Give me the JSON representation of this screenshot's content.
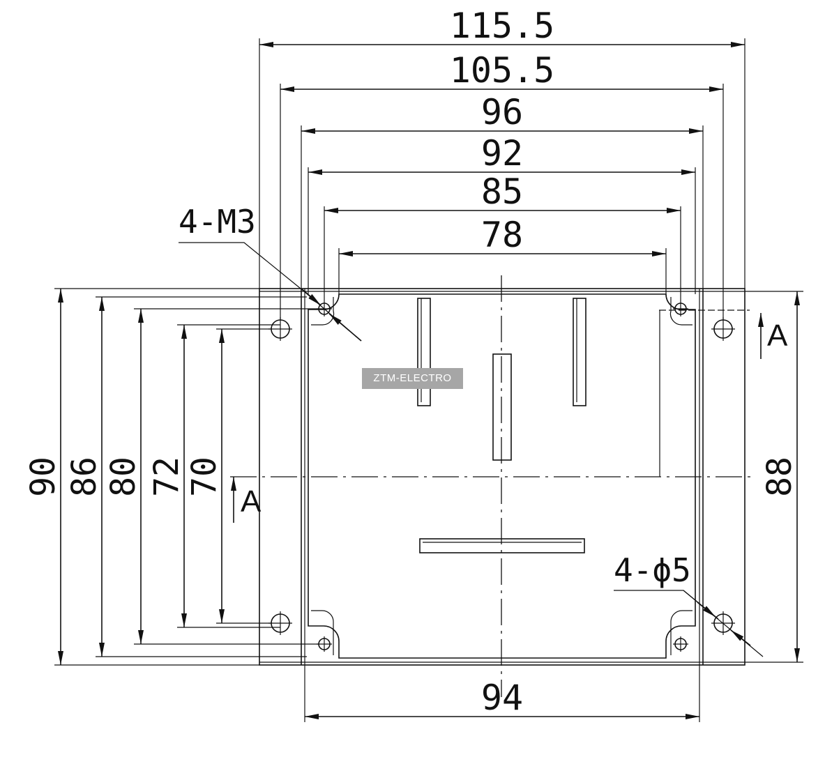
{
  "dimensions": {
    "width_115_5": "115.5",
    "width_105_5": "105.5",
    "width_96": "96",
    "width_92": "92",
    "width_85": "85",
    "width_78": "78",
    "width_94": "94",
    "height_90": "90",
    "height_86": "86",
    "height_80": "80",
    "height_72": "72",
    "height_70": "70",
    "height_88": "88"
  },
  "callouts": {
    "thread_holes": "4-M3",
    "mount_holes": "4-ϕ5"
  },
  "section": {
    "top_label": "A",
    "left_label": "A"
  },
  "watermark": "ZTM-ELECTRO"
}
